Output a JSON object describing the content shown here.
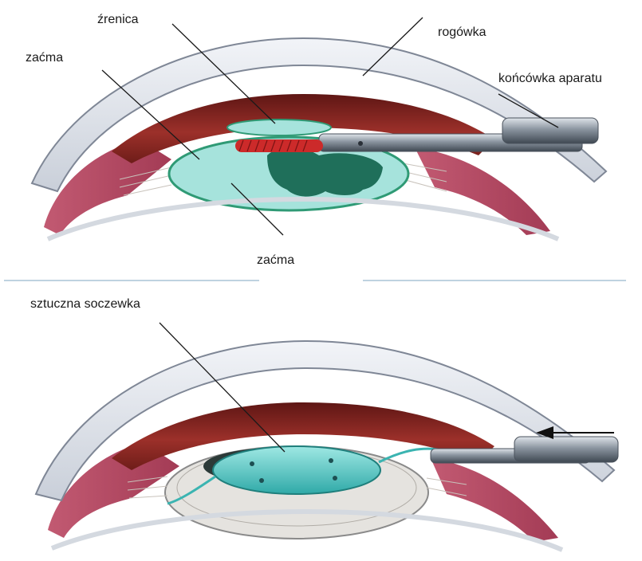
{
  "top_panel": {
    "labels": {
      "pupil": "źrenica",
      "cataract_left": "zaćma",
      "cornea": "rogówka",
      "probe_tip": "końcówka aparatu",
      "cataract_bottom": "zaćma"
    }
  },
  "bottom_panel": {
    "labels": {
      "artificial_lens": "sztuczna soczewka"
    }
  },
  "colors": {
    "cornea_light": "#e4e8ef",
    "cornea_edge": "#7f8796",
    "iris": "#8b2a25",
    "sclera_pink": "#b5475f",
    "cataract_fill": "#a6e3dc",
    "cataract_edge": "#2f9a75",
    "lens_fill": "#55c8c6",
    "instrument_steel": "#6f7a86",
    "probe_tip_red": "#cc2a2a",
    "separator": "#a9c4d6"
  }
}
